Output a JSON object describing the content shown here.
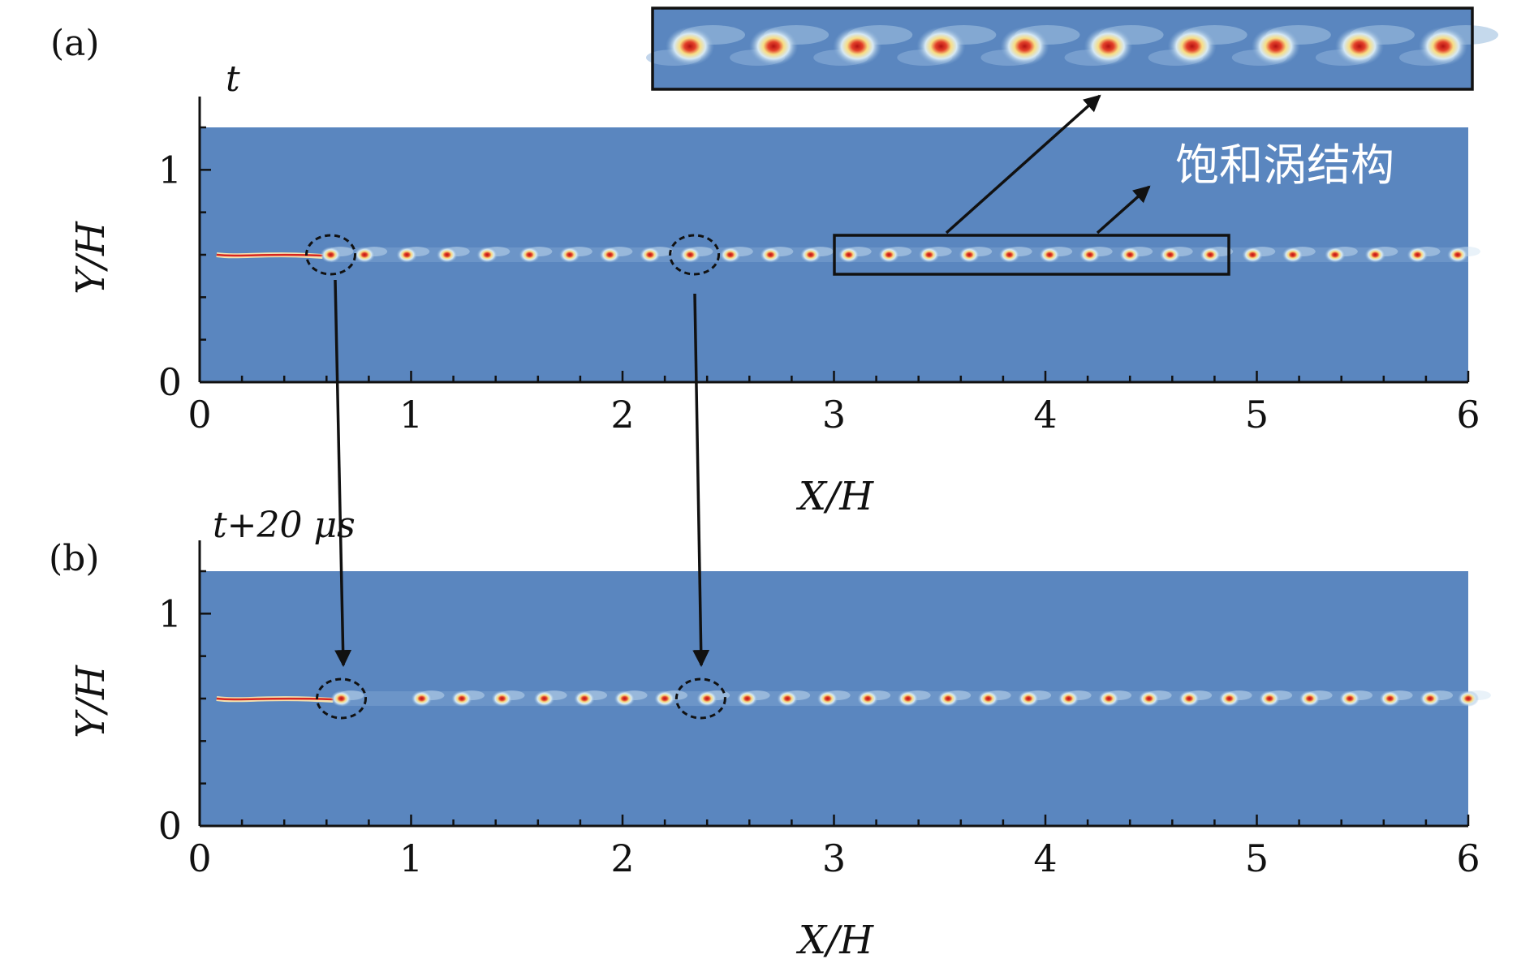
{
  "colors": {
    "field": "#5a86bf",
    "vortex_outer": "#cfe3f2",
    "vortex_mid": "#f6e39a",
    "vortex_core": "#d8261f",
    "frame": "#111111",
    "annotation_text": "#ffffff"
  },
  "chart_data": [
    {
      "type": "heatmap",
      "panel_label": "(a)",
      "time_label": "t",
      "xlabel": "X/H",
      "ylabel": "Y/H",
      "xlim": [
        0,
        6
      ],
      "ylim": [
        0,
        1.2
      ],
      "xticks": [
        "0",
        "1",
        "2",
        "3",
        "4",
        "5",
        "6"
      ],
      "yticks": [
        "0",
        "1"
      ],
      "jet_centerline_y": 0.6,
      "vortex_x": [
        0.62,
        0.78,
        0.98,
        1.17,
        1.36,
        1.56,
        1.75,
        1.94,
        2.13,
        2.32,
        2.51,
        2.7,
        2.89,
        3.07,
        3.26,
        3.45,
        3.64,
        3.83,
        4.02,
        4.21,
        4.4,
        4.59,
        4.78,
        4.98,
        5.17,
        5.37,
        5.56,
        5.76,
        5.95
      ],
      "highlighted_vortices_x": [
        0.62,
        2.34
      ],
      "annotation": {
        "text": "饱和涡结构",
        "box_x_range": [
          3.0,
          4.85
        ],
        "inset_vortex_count": 10
      }
    },
    {
      "type": "heatmap",
      "panel_label": "(b)",
      "time_label": "t+20 μs",
      "xlabel": "X/H",
      "ylabel": "Y/H",
      "xlim": [
        0,
        6
      ],
      "ylim": [
        0,
        1.2
      ],
      "xticks": [
        "0",
        "1",
        "2",
        "3",
        "4",
        "5",
        "6"
      ],
      "yticks": [
        "0",
        "1"
      ],
      "jet_centerline_y": 0.6,
      "vortex_x": [
        0.67,
        1.05,
        1.24,
        1.43,
        1.63,
        1.82,
        2.01,
        2.2,
        2.4,
        2.59,
        2.78,
        2.97,
        3.16,
        3.35,
        3.54,
        3.73,
        3.92,
        4.11,
        4.3,
        4.49,
        4.68,
        4.87,
        5.06,
        5.25,
        5.44,
        5.63,
        5.82,
        6.0
      ],
      "highlighted_vortices_x": [
        0.67,
        2.37
      ]
    }
  ]
}
